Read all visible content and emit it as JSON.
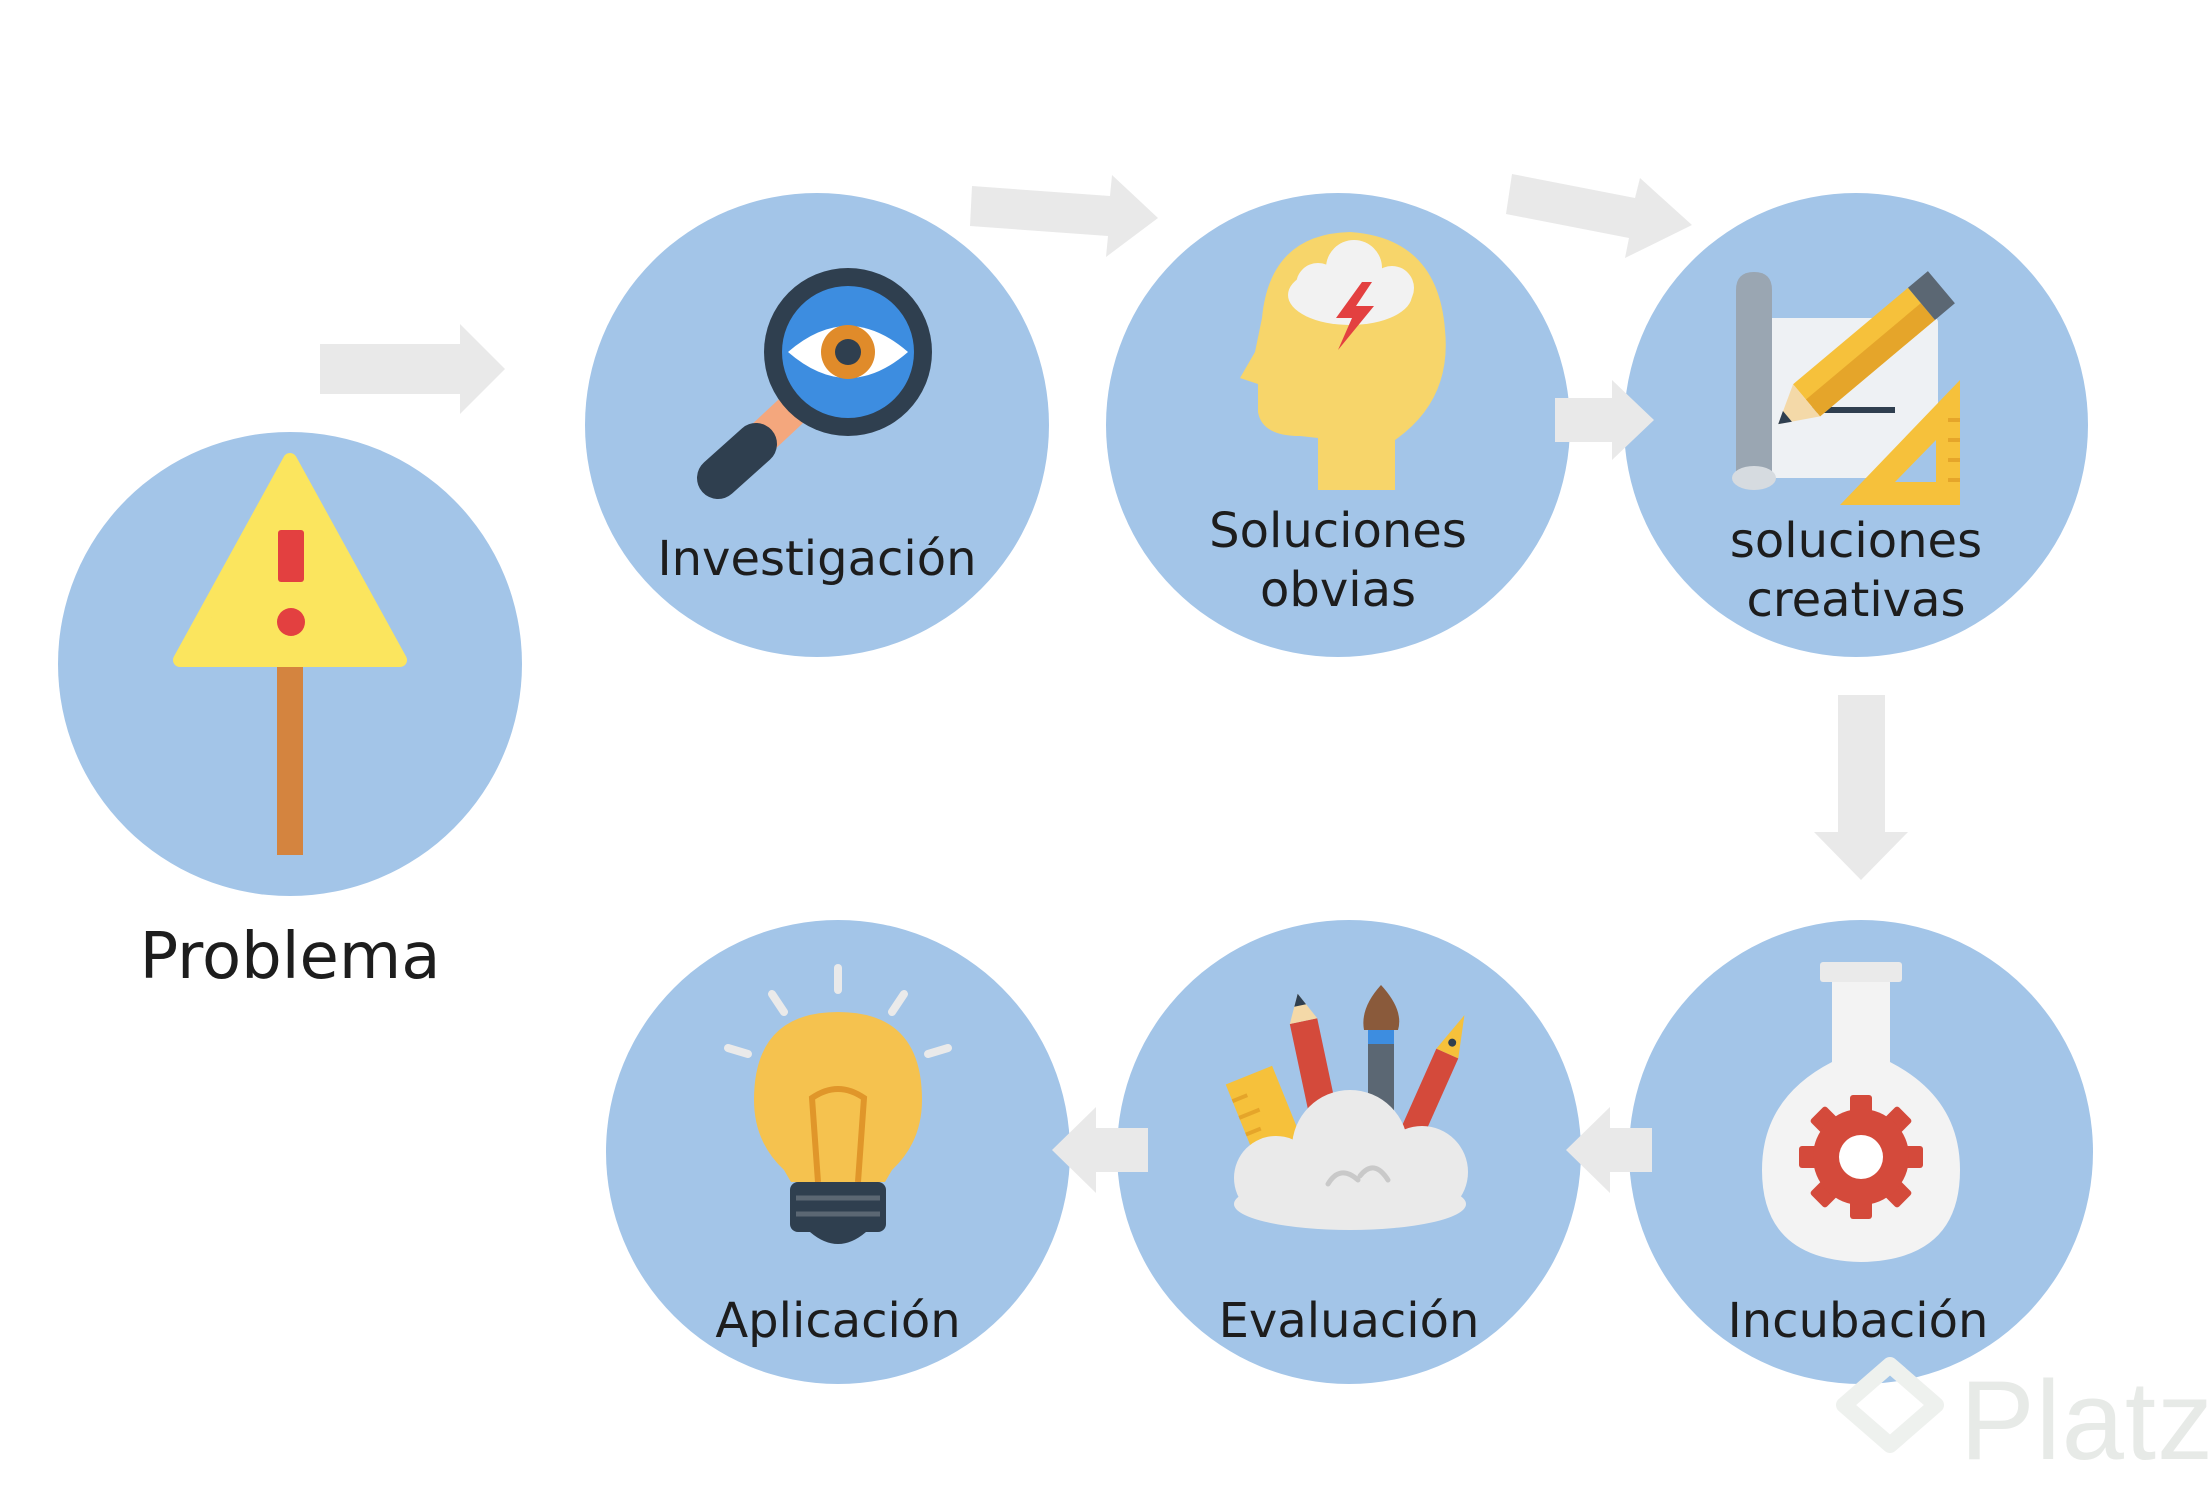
{
  "diagram": {
    "start": {
      "label": "Problema"
    },
    "steps": [
      {
        "id": "investigacion",
        "lines": [
          "Investigación"
        ]
      },
      {
        "id": "soluciones-obvias",
        "lines": [
          "Soluciones",
          "obvias"
        ]
      },
      {
        "id": "soluciones-creativas",
        "lines": [
          "soluciones",
          "creativas"
        ]
      },
      {
        "id": "incubacion",
        "lines": [
          "Incubación"
        ]
      },
      {
        "id": "evaluacion",
        "lines": [
          "Evaluación"
        ]
      },
      {
        "id": "aplicacion",
        "lines": [
          "Aplicación"
        ]
      }
    ]
  },
  "icons": {
    "problema": "warning-sign-icon",
    "investigacion": "magnifier-eye-icon",
    "soluciones-obvias": "head-brainstorm-icon",
    "soluciones-creativas": "blueprint-pencil-icon",
    "incubacion": "flask-gear-icon",
    "evaluacion": "art-supplies-cloud-icon",
    "aplicacion": "lightbulb-icon"
  },
  "colors": {
    "circle": "#a3c5e8",
    "arrow": "#e9e9e9",
    "text": "#1d1d1d",
    "warning_yellow": "#fbe55e",
    "alert_red": "#e34040",
    "bulb_yellow": "#f5c24f"
  },
  "watermark": {
    "text": "Platzi"
  }
}
